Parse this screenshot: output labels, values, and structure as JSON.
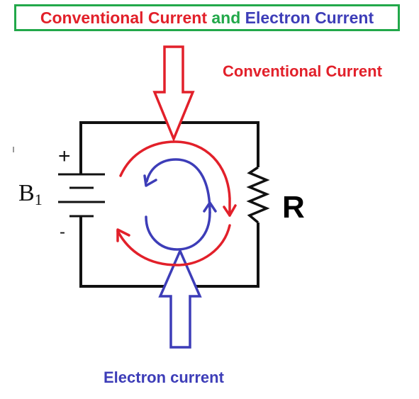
{
  "title": {
    "part1": "Conventional Current",
    "part2": " and ",
    "part3": "Electron Current"
  },
  "labels": {
    "conventional": "Conventional Current",
    "electron": "Electron current",
    "battery": "B",
    "battery_sub": "1",
    "resistor": "R",
    "plus": "+",
    "minus": "-"
  },
  "colors": {
    "conventional": "#e2202a",
    "electron": "#3d3db8",
    "title_and": "#22a84a",
    "border": "#22a84a",
    "wire": "#111111"
  }
}
